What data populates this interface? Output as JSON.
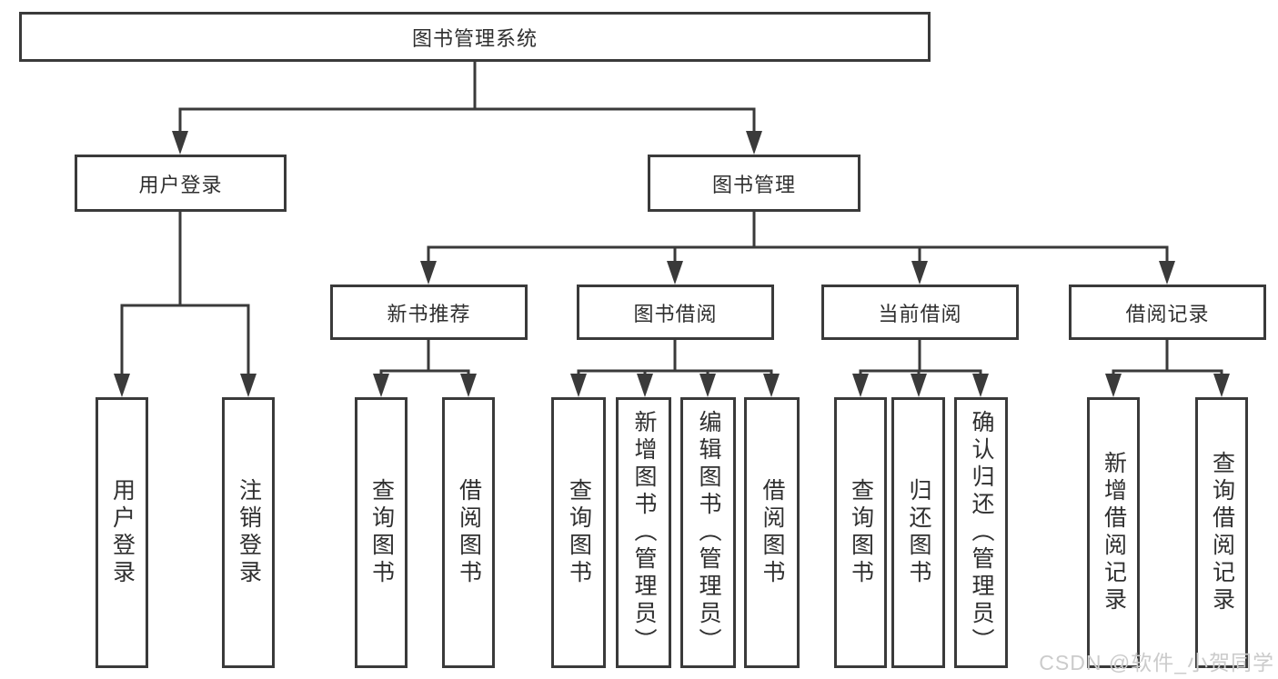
{
  "nodes": {
    "root": "图书管理系统",
    "level2": [
      "用户登录",
      "图书管理"
    ],
    "level3": [
      "新书推荐",
      "图书借阅",
      "当前借阅",
      "借阅记录"
    ],
    "leaves_user": [
      "用户登录",
      "注销登录"
    ],
    "leaves_newbook": [
      "查询图书",
      "借阅图书"
    ],
    "leaves_borrow": [
      "查询图书",
      "新增图书（管理员）",
      "编辑图书（管理员）",
      "借阅图书"
    ],
    "leaves_current": [
      "查询图书",
      "归还图书",
      "确认归还（管理员）"
    ],
    "leaves_record": [
      "新增借阅记录",
      "查询借阅记录"
    ]
  },
  "watermark": "CSDN @软件_小贺同学",
  "colors": {
    "line": "#3a3a3a",
    "text": "#2f2f2f",
    "watermark": "#cbcbcb",
    "background": "#ffffff"
  }
}
